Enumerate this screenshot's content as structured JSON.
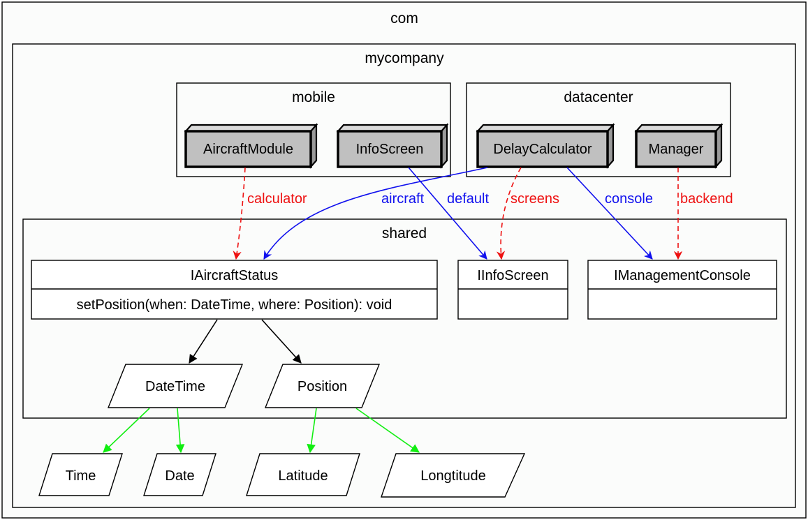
{
  "colors": {
    "dependency": "#ee1111",
    "association": "#1111ee",
    "composition": "#000000",
    "field": "#11ee11",
    "component_fill": "#c0c0c0"
  },
  "packages": {
    "com": "com",
    "mycompany": "mycompany",
    "mobile": "mobile",
    "datacenter": "datacenter",
    "shared": "shared"
  },
  "components": {
    "aircraft_module": "AircraftModule",
    "info_screen": "InfoScreen",
    "delay_calculator": "DelayCalculator",
    "manager": "Manager"
  },
  "interfaces": {
    "iaircraft_status": {
      "title": "IAircraftStatus",
      "operation": "setPosition(when: DateTime, where: Position): void"
    },
    "iinfo_screen": {
      "title": "IInfoScreen"
    },
    "imanagement_console": {
      "title": "IManagementConsole"
    }
  },
  "types": {
    "datetime": "DateTime",
    "position": "Position",
    "time": "Time",
    "date": "Date",
    "latitude": "Latitude",
    "longtitude": "Longtitude"
  },
  "edges": [
    {
      "name": "calculator",
      "label": "calculator",
      "from": "AircraftModule",
      "to": "IAircraftStatus",
      "style": "dashed",
      "color": "#ee1111"
    },
    {
      "name": "aircraft",
      "label": "aircraft",
      "from": "DelayCalculator",
      "to": "IAircraftStatus",
      "style": "solid",
      "color": "#1111ee"
    },
    {
      "name": "default",
      "label": "default",
      "from": "InfoScreen",
      "to": "IInfoScreen",
      "style": "solid",
      "color": "#1111ee"
    },
    {
      "name": "screens",
      "label": "screens",
      "from": "DelayCalculator",
      "to": "IInfoScreen",
      "style": "dashed",
      "color": "#ee1111"
    },
    {
      "name": "console",
      "label": "console",
      "from": "DelayCalculator",
      "to": "IManagementConsole",
      "style": "solid",
      "color": "#1111ee"
    },
    {
      "name": "backend",
      "label": "backend",
      "from": "Manager",
      "to": "IManagementConsole",
      "style": "dashed",
      "color": "#ee1111"
    },
    {
      "name": "status-datetime",
      "label": "",
      "from": "IAircraftStatus",
      "to": "DateTime",
      "style": "solid",
      "color": "#000000"
    },
    {
      "name": "status-position",
      "label": "",
      "from": "IAircraftStatus",
      "to": "Position",
      "style": "solid",
      "color": "#000000"
    },
    {
      "name": "datetime-time",
      "label": "",
      "from": "DateTime",
      "to": "Time",
      "style": "solid",
      "color": "#11ee11"
    },
    {
      "name": "datetime-date",
      "label": "",
      "from": "DateTime",
      "to": "Date",
      "style": "solid",
      "color": "#11ee11"
    },
    {
      "name": "position-latitude",
      "label": "",
      "from": "Position",
      "to": "Latitude",
      "style": "solid",
      "color": "#11ee11"
    },
    {
      "name": "position-longtitude",
      "label": "",
      "from": "Position",
      "to": "Longtitude",
      "style": "solid",
      "color": "#11ee11"
    }
  ]
}
